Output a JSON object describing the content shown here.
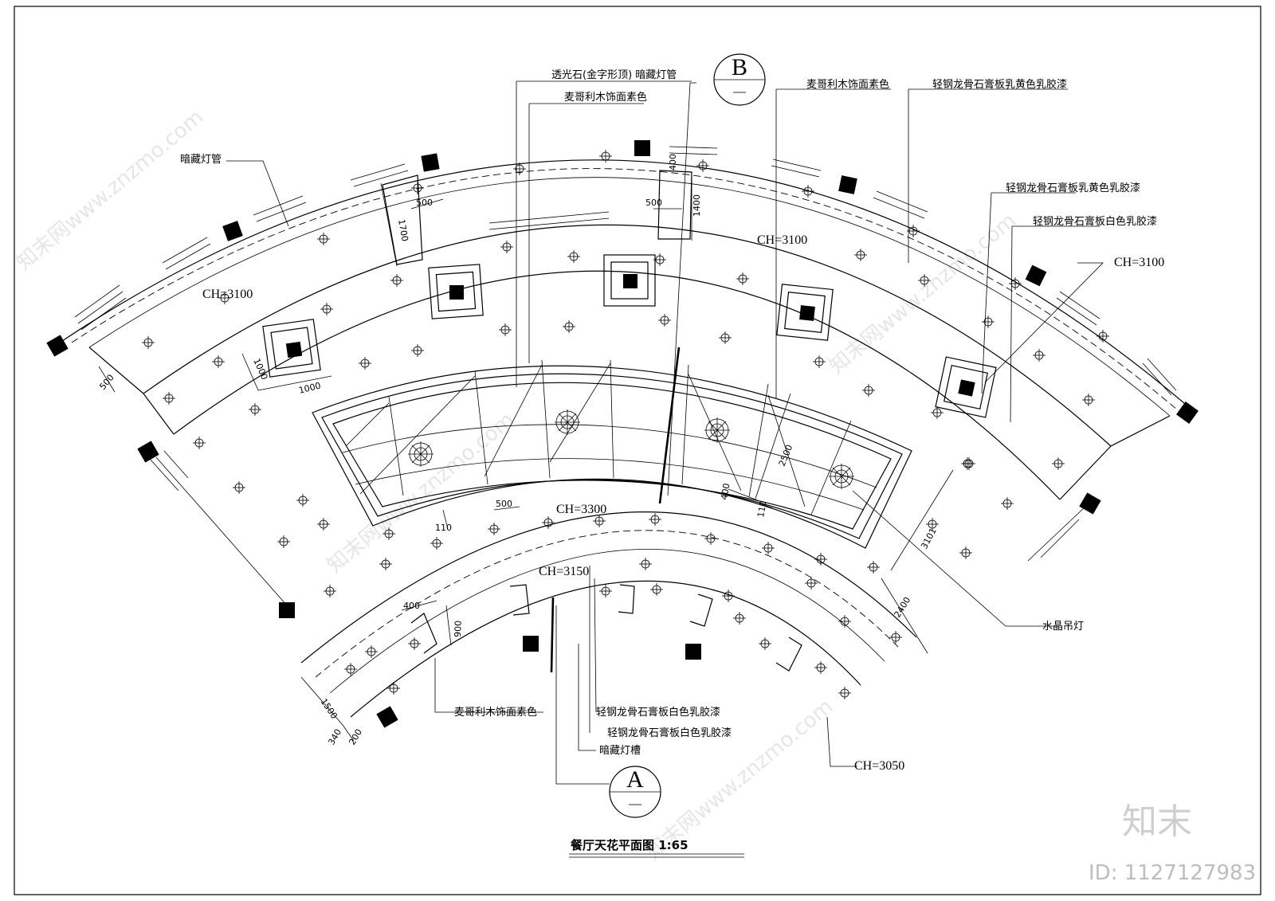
{
  "title": "餐厅天花平面图 1:65",
  "watermark": {
    "logo": "知末",
    "id": "ID: 1127127983",
    "site": "知末网www.znzmo.com"
  },
  "sections": {
    "top": "B",
    "bottom": "A"
  },
  "labels": {
    "l1": "透光石(金字形顶) 暗藏灯管",
    "l2": "麦哥利木饰面素色",
    "l3": "麦哥利木饰面素色",
    "l4": "轻钢龙骨石膏板乳黄色乳胶漆",
    "l5": "暗藏灯管",
    "l6": "轻钢龙骨石膏板乳黄色乳胶漆",
    "l7": "轻钢龙骨石膏板白色乳胶漆",
    "l8": "水晶吊灯",
    "l9": "麦哥利木饰面素色",
    "l10": "轻钢龙骨石膏板白色乳胶漆",
    "l11": "轻钢龙骨石膏板白色乳胶漆",
    "l12": "暗藏灯槽"
  },
  "heights": {
    "ch1": "CH=3100",
    "ch2": "CH=3100",
    "ch3": "CH=3100",
    "ch4": "CH=3300",
    "ch5": "CH=3150",
    "ch6": "CH=3050"
  },
  "dims": {
    "d1": "500",
    "d2": "1700",
    "d3": "500",
    "d4": "400",
    "d5": "1400",
    "d6": "1000",
    "d7": "1000",
    "d8": "500",
    "d9": "110",
    "d10": "500",
    "d11": "400",
    "d12": "110",
    "d13": "2500",
    "d14": "3101",
    "d15": "2400",
    "d16": "400",
    "d17": "900",
    "d18": "1500",
    "d19": "340",
    "d20": "200"
  }
}
